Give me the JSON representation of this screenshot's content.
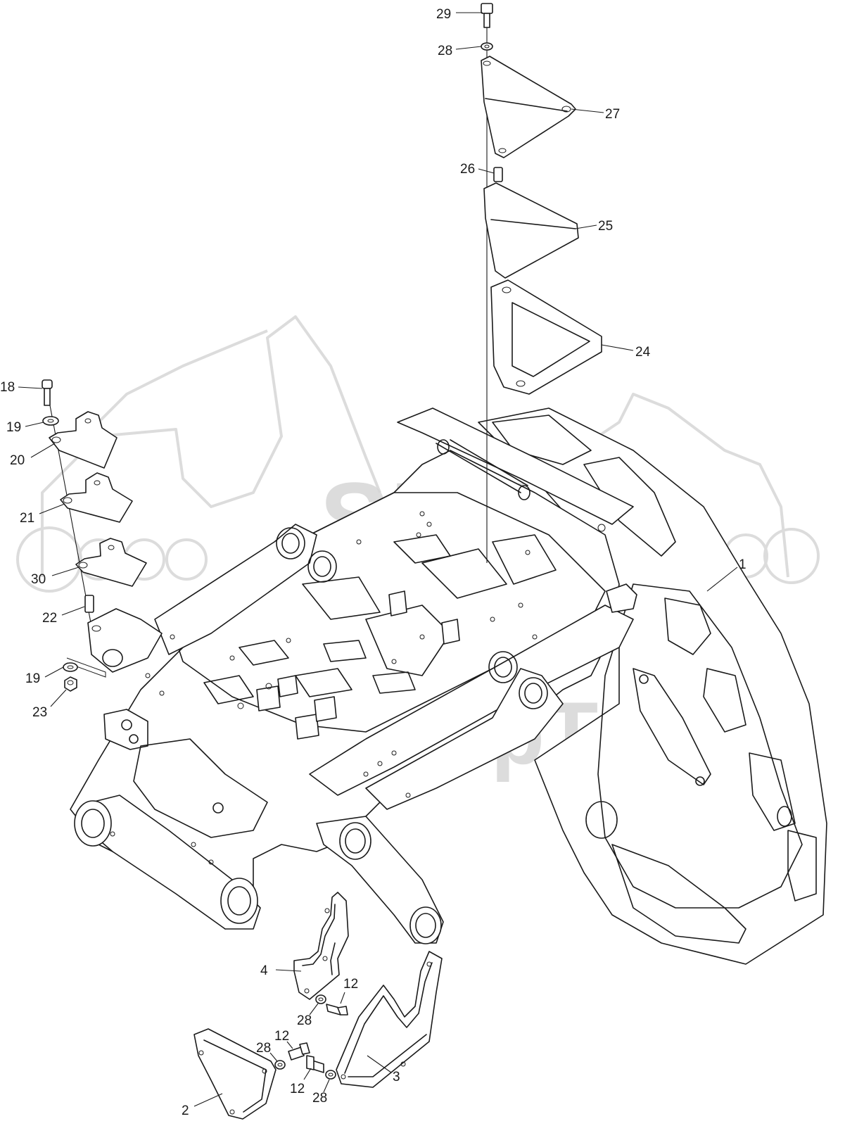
{
  "watermark": {
    "top_text": "SET",
    "bottom_text": "СпецДорТех",
    "color": "#d6d6d6"
  },
  "callouts": [
    {
      "id": "c29",
      "label": "29"
    },
    {
      "id": "c28a",
      "label": "28"
    },
    {
      "id": "c27",
      "label": "27"
    },
    {
      "id": "c26",
      "label": "26"
    },
    {
      "id": "c25",
      "label": "25"
    },
    {
      "id": "c24",
      "label": "24"
    },
    {
      "id": "c18",
      "label": "18"
    },
    {
      "id": "c19a",
      "label": "19"
    },
    {
      "id": "c20",
      "label": "20"
    },
    {
      "id": "c21",
      "label": "21"
    },
    {
      "id": "c30",
      "label": "30"
    },
    {
      "id": "c22",
      "label": "22"
    },
    {
      "id": "c19b",
      "label": "19"
    },
    {
      "id": "c23",
      "label": "23"
    },
    {
      "id": "c1",
      "label": "1"
    },
    {
      "id": "c4",
      "label": "4"
    },
    {
      "id": "c12a",
      "label": "12"
    },
    {
      "id": "c28b",
      "label": "28"
    },
    {
      "id": "c28c",
      "label": "28"
    },
    {
      "id": "c12b",
      "label": "12"
    },
    {
      "id": "c12c",
      "label": "12"
    },
    {
      "id": "c28d",
      "label": "28"
    },
    {
      "id": "c2",
      "label": "2"
    },
    {
      "id": "c3",
      "label": "3"
    }
  ]
}
